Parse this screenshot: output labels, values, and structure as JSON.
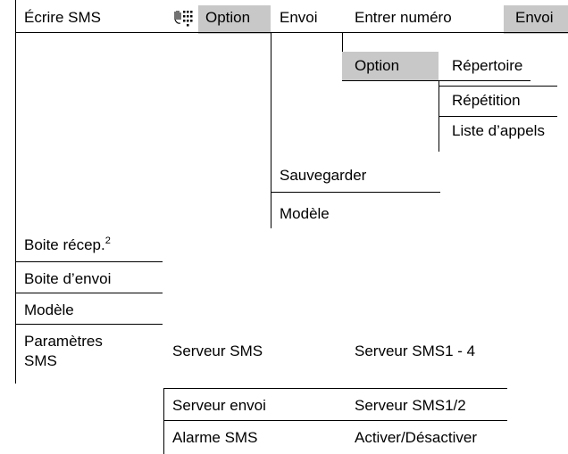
{
  "header": {
    "title": "Écrire SMS",
    "icon": "t9-keypad-icon",
    "option": "Option",
    "envoi": "Envoi",
    "entrer": "Entrer numéro",
    "envoi_right": "Envoi"
  },
  "number_menu": {
    "option": "Option",
    "items": [
      "Répertoire",
      "Répétition",
      "Liste d’appels"
    ]
  },
  "option_menu": {
    "items": [
      "Sauvegarder",
      "Modèle"
    ]
  },
  "main_menu": {
    "boite_recep": "Boite récep.",
    "footnote": "2",
    "boite_envoi": "Boite d’envoi",
    "modele": "Modèle",
    "parametres_line1": "Paramètres",
    "parametres_line2": "SMS"
  },
  "settings": {
    "rows": [
      {
        "label": "Serveur SMS",
        "value": "Serveur SMS1 - 4"
      },
      {
        "label": "Serveur envoi",
        "value": "Serveur SMS1/2"
      },
      {
        "label": "Alarme SMS",
        "value": "Activer/Désactiver"
      }
    ]
  },
  "colors": {
    "shade": "#c8c8c8",
    "line": "#000000",
    "text": "#000000"
  }
}
